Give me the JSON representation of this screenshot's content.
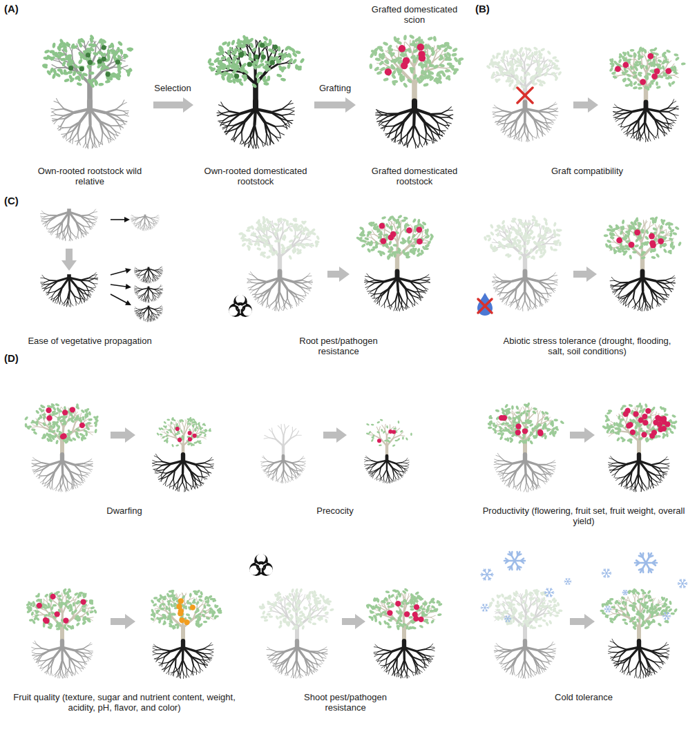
{
  "diagram": {
    "labels": [
      "(A)",
      "Grafted domesticated scion",
      "Own-rooted rootstock wild relative",
      "Own-rooted domesticated rootstock",
      "Grafted domesticated rootstock",
      "Selection",
      "Grafting",
      "(B)",
      "Graft compatibility",
      "(C)",
      "Ease of vegetative propagation",
      "Root pest/pathogen resistance",
      "Abiotic stress tolerance (drought, flooding, salt, soil conditions)",
      "(D)",
      "Dwarfing",
      "Precocity",
      "Productivity (flowering, fruit set, fruit weight, overall yield)",
      "Fruit quality (texture, sugar and nutrient content, weight, acidity, pH, flavor, and color)",
      "Shoot pest/pathogen resistance",
      "Cold tolerance"
    ]
  }
}
